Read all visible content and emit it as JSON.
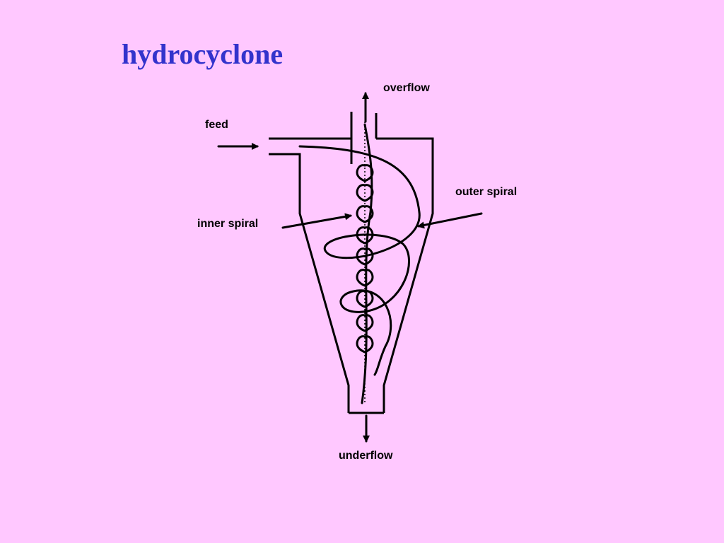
{
  "slide": {
    "title": "hydrocyclone",
    "background_color": "#ffc8ff",
    "title_color": "#3333cc"
  },
  "diagram": {
    "labels": {
      "overflow": "overflow",
      "feed": "feed",
      "outer_spiral": "outer spiral",
      "inner_spiral": "inner spiral",
      "underflow": "underflow"
    }
  }
}
